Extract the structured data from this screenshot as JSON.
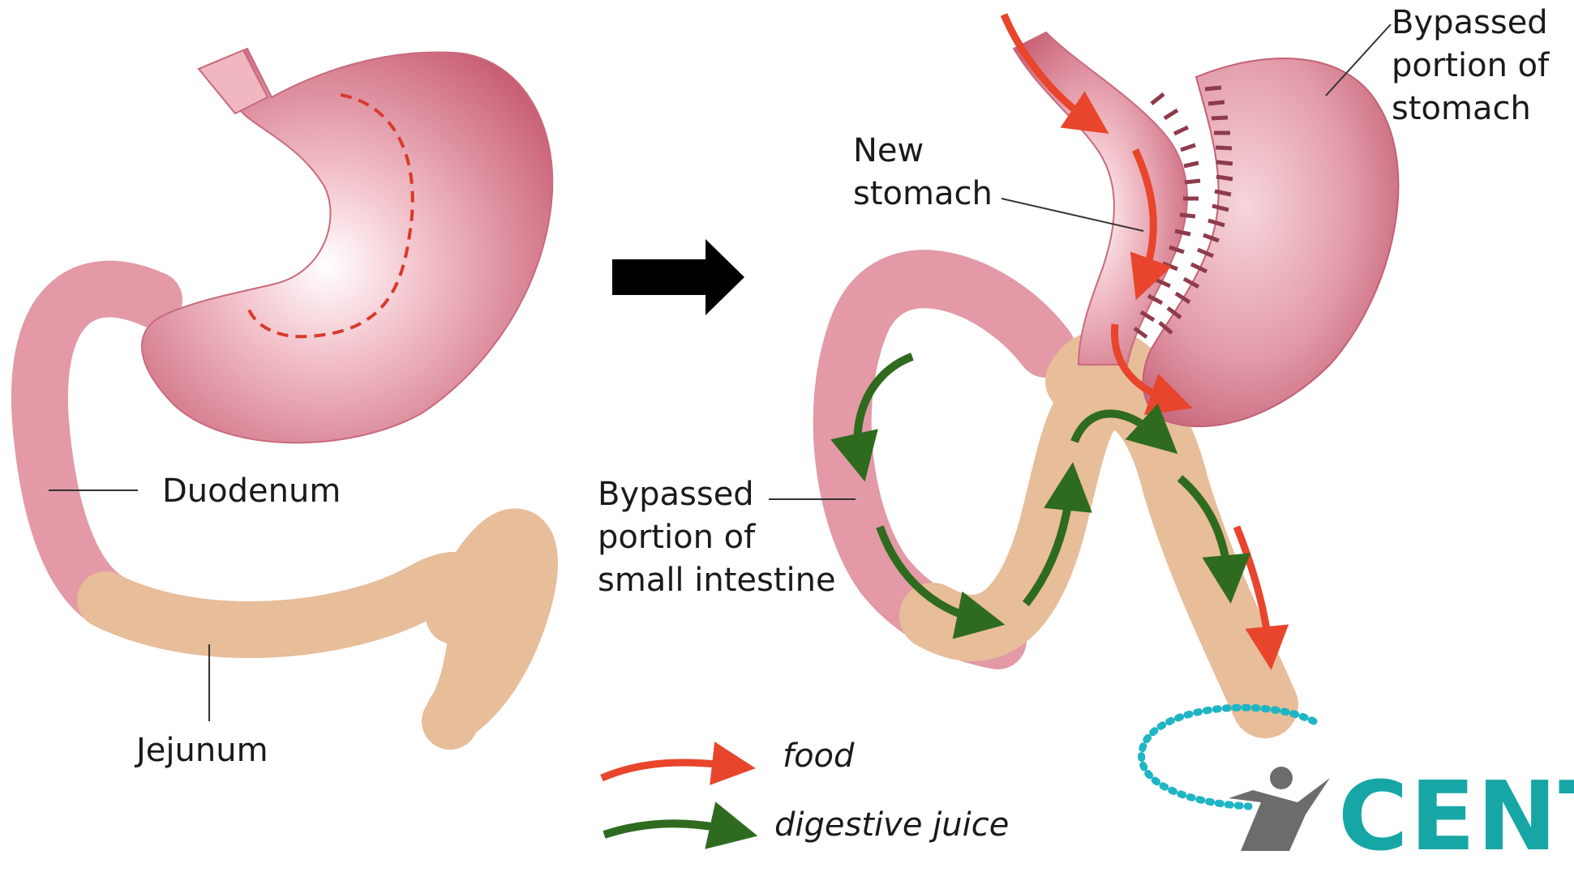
{
  "labels": {
    "duodenum": "Duodenum",
    "jejunum": "Jejunum",
    "bypassed_stomach": "Bypassed\nportion of\nstomach",
    "new_stomach": "New\nstomach",
    "bypassed_intestine": "Bypassed\nportion of\nsmall intestine"
  },
  "legend": {
    "food": "food",
    "digestive_juice": "digestive juice"
  },
  "logo": {
    "text": "CENT"
  },
  "colors": {
    "stomach": "#e59aa8",
    "intestine": "#e6b894",
    "food_arrow": "#e8452c",
    "juice_arrow": "#2e6b1f",
    "logo": "#17a6a6"
  }
}
